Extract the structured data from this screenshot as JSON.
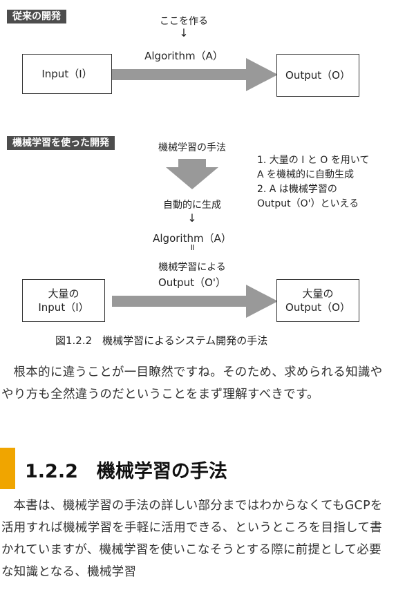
{
  "diagram1": {
    "tag": "従来の開発",
    "note": "ここを作る",
    "arrow_label": "Algorithm（A）",
    "input_box": "Input（I）",
    "output_box": "Output（O）"
  },
  "diagram2": {
    "tag": "機械学習を使った開発",
    "method_label": "機械学習の手法",
    "auto_label": "自動的に生成",
    "algorithm_label": "Algorithm（A）",
    "equals": "II",
    "ml_label_line1": "機械学習による",
    "ml_label_line2": "Output（O'）",
    "input_box_line1": "大量の",
    "input_box_line2": "Input（I）",
    "output_box_line1": "大量の",
    "output_box_line2": "Output（O）",
    "notes": [
      "1.  大量の I と O を用いて",
      "      A を機械的に自動生成",
      "2.  A は機械学習の",
      "      Output（O'）といえる"
    ]
  },
  "figure_caption": "図1.2.2　機械学習によるシステム開発の手法",
  "paragraph1": "根本的に違うことが一目瞭然ですね。そのため、求められる知識ややり方も全然違うのだということをまず理解すべきです。",
  "section": {
    "title": "1.2.2　機械学習の手法"
  },
  "paragraph2": "本書は、機械学習の手法の詳しい部分まではわからなくてもGCPを活用すれば機械学習を手軽に活用できる、というところを目指して書かれていますが、機械学習を使いこなそうとする際に前提として必要な知識となる、機械学習",
  "colors": {
    "tag_bg": "#4d4d4d",
    "arrow": "#999999",
    "accent": "#f0a500"
  }
}
